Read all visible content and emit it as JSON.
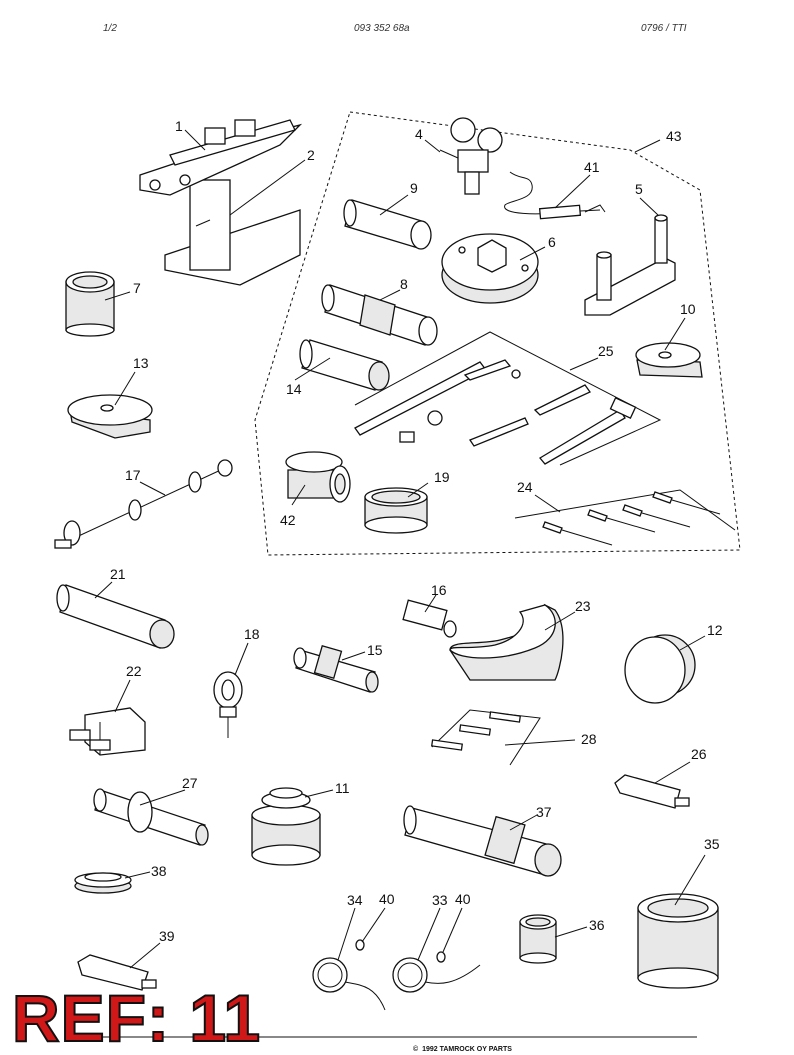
{
  "header": {
    "page": "1/2",
    "doc_number": "093 352 68a",
    "date_code": "0796  /  TTI"
  },
  "reference": "REF: 11",
  "footer": {
    "copyright_symbol": "©",
    "copyright": "1992  TAMROCK OY PARTS"
  },
  "callouts": [
    "1",
    "2",
    "43",
    "4",
    "41",
    "9",
    "5",
    "6",
    "7",
    "8",
    "10",
    "13",
    "25",
    "14",
    "17",
    "24",
    "19",
    "42",
    "21",
    "16",
    "23",
    "12",
    "18",
    "15",
    "22",
    "28",
    "26",
    "27",
    "11",
    "37",
    "38",
    "35",
    "34",
    "40",
    "33",
    "40",
    "39",
    "36"
  ],
  "colors": {
    "ref_red": "#d01818",
    "line": "#111111"
  }
}
